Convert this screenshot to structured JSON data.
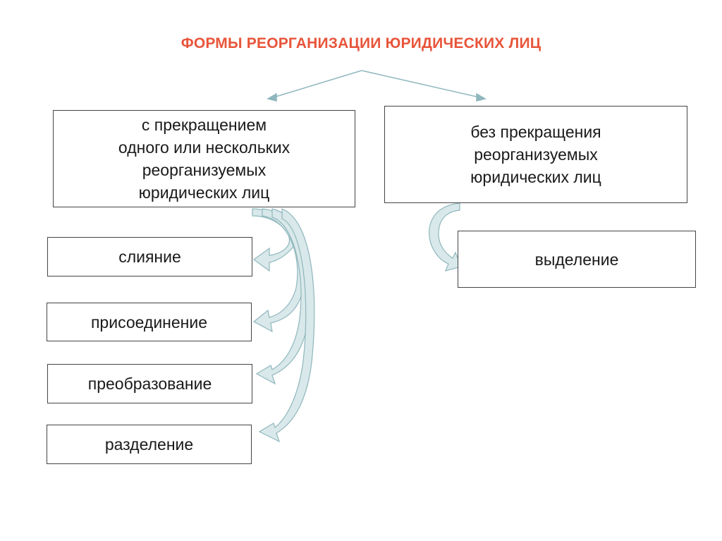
{
  "title": "ФОРМЫ РЕОРГАНИЗАЦИИ ЮРИДИЧЕСКИХ ЛИЦ",
  "branches": {
    "left": {
      "lines": [
        "с прекращением",
        "одного или нескольких",
        "реорганизуемых",
        "юридических лиц"
      ],
      "forms": [
        "слияние",
        "присоединение",
        "преобразование",
        "разделение"
      ]
    },
    "right": {
      "lines": [
        "без прекращения",
        "реорганизуемых",
        "юридических лиц"
      ],
      "forms": [
        "выделение"
      ]
    }
  },
  "colors": {
    "title": "#e8553a",
    "arrow_fill": "#d9e8ea",
    "arrow_stroke": "#8fb7bd",
    "box_border": "#444444"
  }
}
